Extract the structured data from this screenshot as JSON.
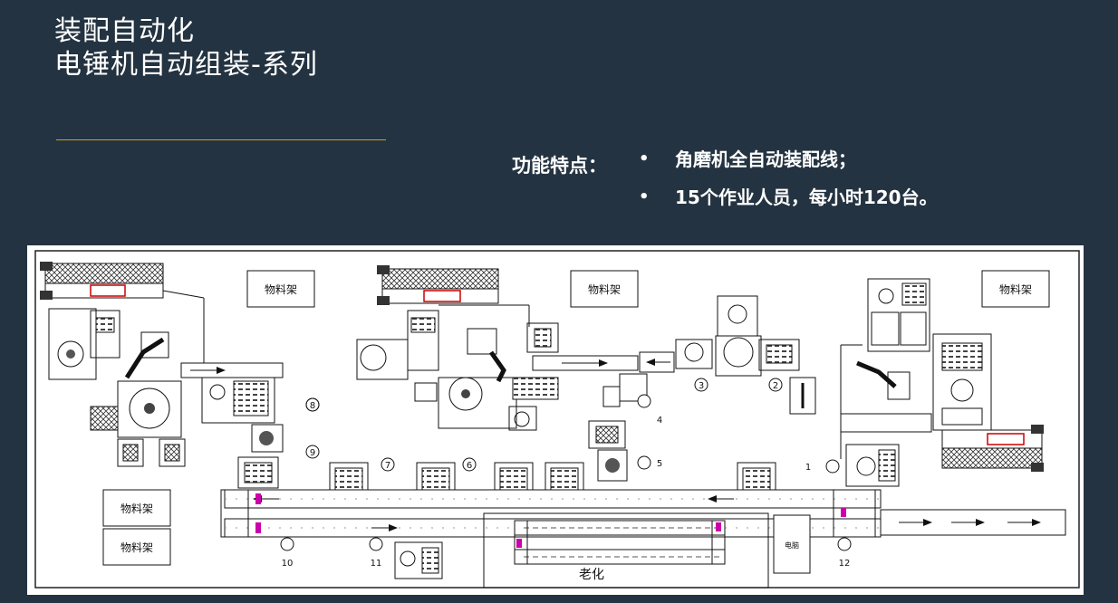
{
  "header": {
    "title_line1": "装配自动化",
    "title_line2": "电锤机自动组装-系列"
  },
  "features": {
    "label": "功能特点：",
    "items": [
      "角磨机全自动装配线；",
      "15个作业人员，每小时120台。"
    ]
  },
  "layout": {
    "racks": [
      "物料架",
      "物料架",
      "物料架",
      "物料架",
      "物料架"
    ],
    "aging_label": "老化",
    "box_label": "电脑",
    "stations": [
      "8",
      "9",
      "7",
      "6",
      "3",
      "2",
      "4",
      "5",
      "1",
      "10",
      "11",
      "12"
    ]
  }
}
